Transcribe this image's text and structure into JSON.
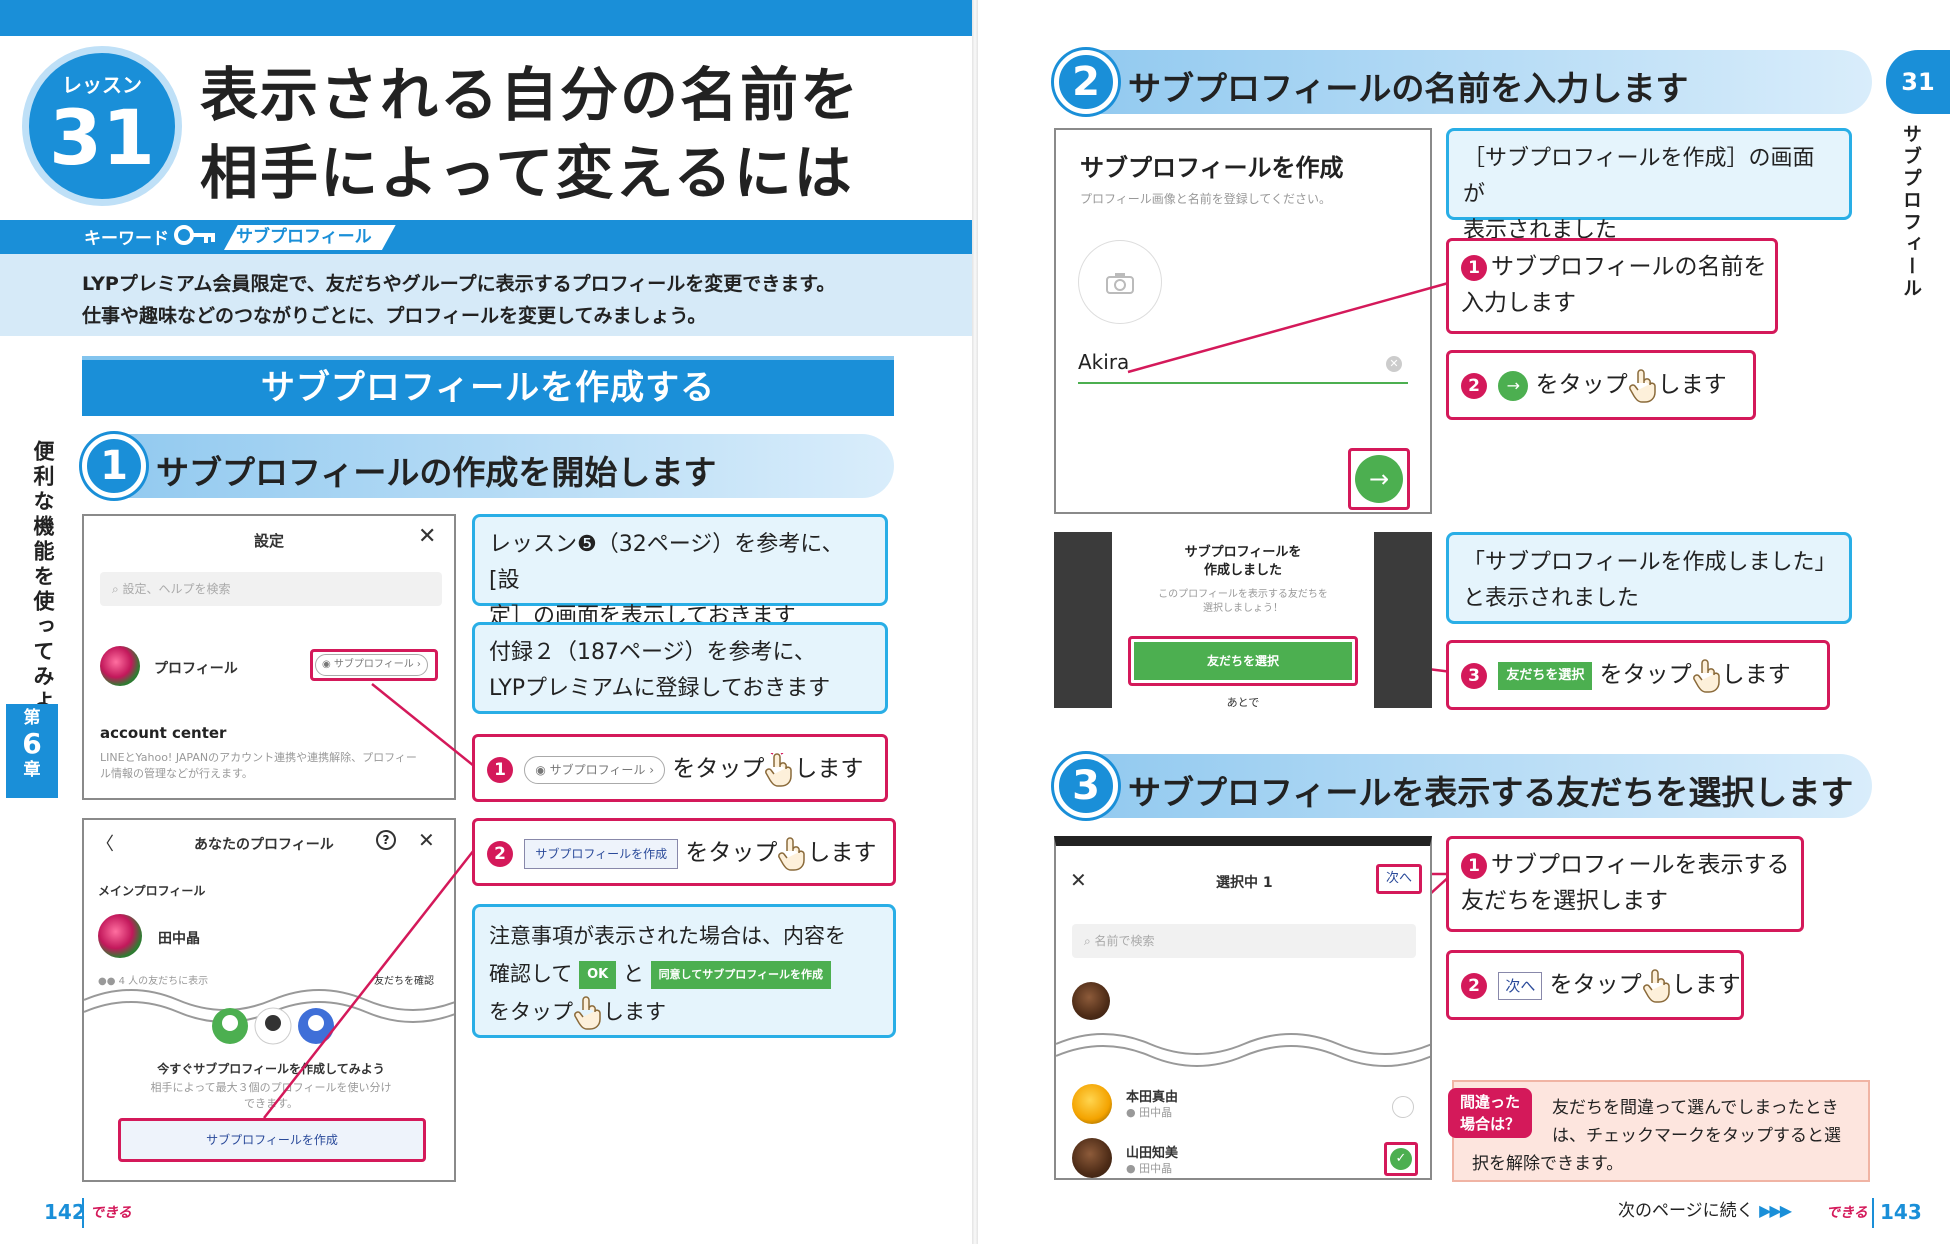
{
  "left": {
    "lesson_label": "レッスン",
    "lesson_number": "31",
    "title_line1": "表示される自分の名前を",
    "title_line2": "相手によって変えるには",
    "keyword_label": "キーワード",
    "keyword": "サブプロフィール",
    "lead_line1": "LYPプレミアム会員限定で、友だちやグループに表示するプロフィールを変更できます。",
    "lead_line2": "仕事や趣味などのつながりごとに、プロフィールを変更してみましょう。",
    "section_title": "サブプロフィールを作成する",
    "step1": {
      "num": "1",
      "title": "サブプロフィールの作成を開始します",
      "shot1": {
        "header": "設定",
        "close": "✕",
        "search_placeholder": "設定、ヘルプを検索",
        "profile_label": "プロフィール",
        "sub_pill": "サブプロフィール",
        "account_center": "account center",
        "account_desc1": "LINEとYahoo! JAPANのアカウント連携や連携解除、プロフィー",
        "account_desc2": "ル情報の管理などが行えます。"
      },
      "shot2": {
        "back": "〈",
        "header": "あなたのプロフィール",
        "help": "?",
        "close": "✕",
        "main_profile": "メインプロフィール",
        "user_name": "田中晶",
        "friends_note": "4 人の友だちに表示",
        "friends_right": "友だちを確認",
        "promo_title": "今すぐサブプロフィールを作成してみよう",
        "promo_desc1": "相手によって最大３個のプロフィールを使い分け",
        "promo_desc2": "できます。",
        "create_button": "サブプロフィールを作成"
      },
      "note_a_line1": "レッスン❺（32ページ）を参考に、[設",
      "note_a_line2": "定］の画面を表示しておきます",
      "note_b_line1": "付録２（187ページ）を参考に、",
      "note_b_line2": "LYPプレミアムに登録しておきます",
      "action1_num": "1",
      "action1_pill": "サブプロフィール",
      "action1_tail1": "をタップ",
      "action1_tail2": "します",
      "action2_num": "2",
      "action2_button": "サブプロフィールを作成",
      "action2_tail1": "をタップ",
      "action2_tail2": "します",
      "note_c_line1": "注意事項が表示された場合は、内容を",
      "note_c_pre": "確認して",
      "note_c_ok": "OK",
      "note_c_and": "と",
      "note_c_agree": "同意してサブプロフィールを作成",
      "note_c_tail1": "をタップ",
      "note_c_tail2": "します"
    },
    "side_tab": "便利な機能を使ってみよう",
    "chapter_prefix": "第",
    "chapter_num": "6",
    "chapter_suffix": "章",
    "folio": "142",
    "dekiru": "できる"
  },
  "right": {
    "step2": {
      "num": "2",
      "title": "サブプロフィールの名前を入力します",
      "shot": {
        "header": "サブプロフィールを作成",
        "sub": "プロフィール画像と名前を登録してください。",
        "name_value": "Akira"
      },
      "note_a_line1": "［サブプロフィールを作成］の画面が",
      "note_a_line2": "表示されました",
      "action1_num": "1",
      "action1_line1": "サブプロフィールの名前を",
      "action1_line2": "入力します",
      "action2_num": "2",
      "action2_tail1": "をタップ",
      "action2_tail2": "します",
      "done_shot": {
        "title1": "サブプロフィールを",
        "title2": "作成しました",
        "desc1": "このプロフィールを表示する友だちを",
        "desc2": "選択しましょう！",
        "button": "友だちを選択",
        "later": "あとで"
      },
      "note_b_line1": "「サブプロフィールを作成しました」",
      "note_b_line2": "と表示されました",
      "action3_num": "3",
      "action3_button": "友だちを選択",
      "action3_tail1": "をタップ",
      "action3_tail2": "します"
    },
    "step3": {
      "num": "3",
      "title": "サブプロフィールを表示する友だちを選択します",
      "shot": {
        "close": "✕",
        "header": "選択中 1",
        "next": "次へ",
        "search_placeholder": "名前で検索",
        "friend1_name": "本田真由",
        "friend1_sub": "田中晶",
        "friend2_name": "山田知美",
        "friend2_sub": "田中晶"
      },
      "action1_num": "1",
      "action1_line1": "サブプロフィールを表示する",
      "action1_line2": "友だちを選択します",
      "action2_num": "2",
      "action2_chip": "次へ",
      "action2_tail1": "をタップ",
      "action2_tail2": "します",
      "tip_tag1": "間違った",
      "tip_tag2": "場合は？",
      "tip_line1": "友だちを間違って選んでしまったとき",
      "tip_line2": "は、チェックマークをタップすると選",
      "tip_line3": "択を解除できます。"
    },
    "tab_num": "31",
    "tab_vertical": "サブプロフィール",
    "continue": "次のページに続く",
    "continue_arrows": "▶▶▶",
    "folio": "143",
    "dekiru": "できる"
  }
}
